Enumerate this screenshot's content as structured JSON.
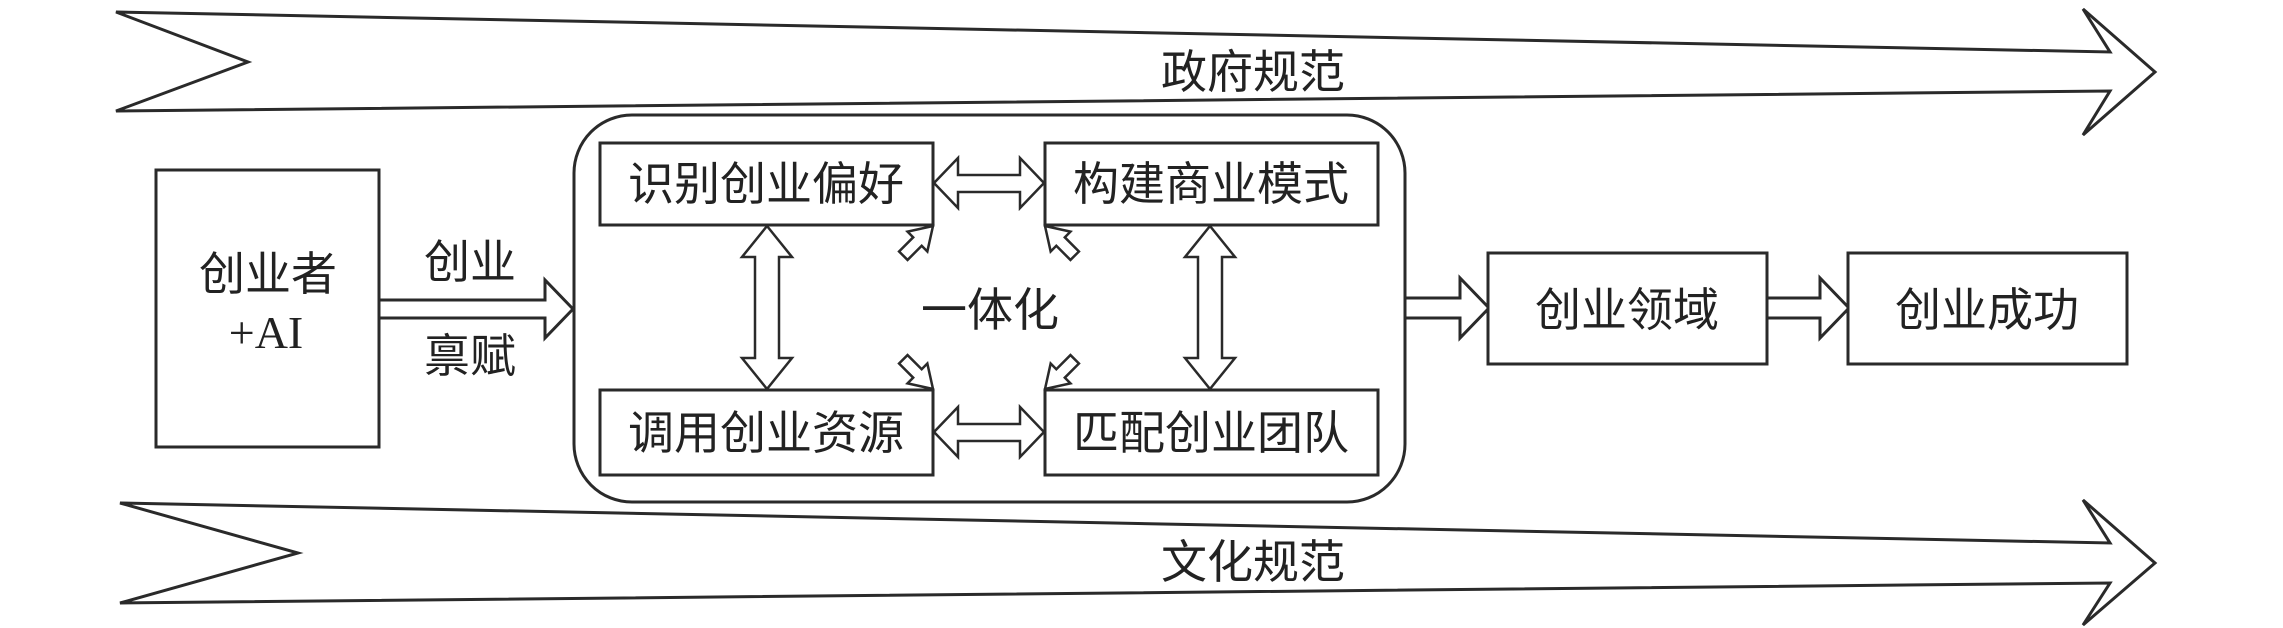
{
  "diagram": {
    "bands": {
      "top": {
        "label": "政府规范"
      },
      "bottom": {
        "label": "文化规范"
      }
    },
    "actor": {
      "line1": "创业者",
      "line2": "+AI"
    },
    "input_arrow": {
      "label_top": "创业",
      "label_bottom": "禀赋"
    },
    "integration": {
      "center_label": "一体化",
      "boxes": {
        "top_left": "识别创业偏好",
        "top_right": "构建商业模式",
        "bottom_left": "调用创业资源",
        "bottom_right": "匹配创业团队"
      }
    },
    "outputs": {
      "domain": "创业领域",
      "success": "创业成功"
    },
    "colors": {
      "stroke": "#2a2a2a",
      "text": "#222222",
      "background": "#ffffff"
    }
  }
}
